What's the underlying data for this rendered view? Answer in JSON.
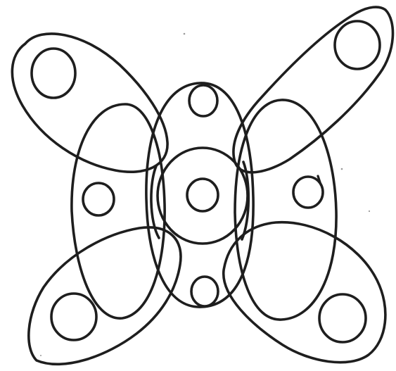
{
  "figure": {
    "kind": "hand-drawn diagram",
    "ink_color": "#1e1e1e",
    "background_color": "#ffffff",
    "loops": [
      {
        "name": "upper-left-wing-loop",
        "small_circles": 1
      },
      {
        "name": "upper-right-wing-loop",
        "small_circles": 1
      },
      {
        "name": "lower-left-wing-loop",
        "small_circles": 1
      },
      {
        "name": "lower-right-wing-loop",
        "small_circles": 1
      },
      {
        "name": "left-vertical-oval",
        "small_circles": 1
      },
      {
        "name": "right-vertical-oval",
        "small_circles": 1
      },
      {
        "name": "central-vertical-oval",
        "small_circles": 2
      },
      {
        "name": "center-circle",
        "small_circles": 1
      }
    ],
    "total_small_circles": 9
  }
}
